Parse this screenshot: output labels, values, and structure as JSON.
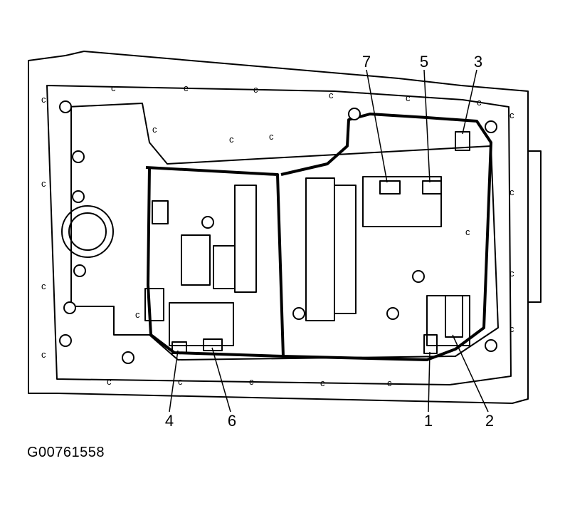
{
  "figure_id": "G00761558",
  "callouts": [
    "1",
    "2",
    "3",
    "4",
    "5",
    "6",
    "7"
  ],
  "casting_mark": "c",
  "colors": {
    "line": "#000000",
    "background": "#ffffff"
  }
}
